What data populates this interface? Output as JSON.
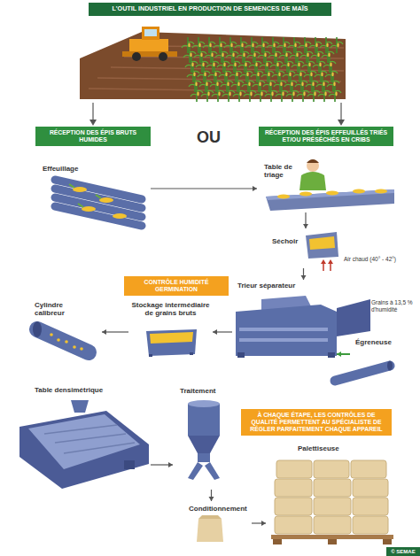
{
  "diagram": {
    "title": "L'OUTIL INDUSTRIEL EN PRODUCTION DE SEMENCES DE MAÏS",
    "nodes": [
      {
        "text": [
          "RÉCEPTION DES ÉPIS BRUTS HUMIDES"
        ]
      },
      {
        "text": [
          "RÉCEPTION DES ÉPIS EFFEUILLÉS TRIÉS ET/OU PRÉSÉCHÉS EN CRIBS"
        ]
      },
      {
        "text": [
          "Effeuillage"
        ]
      },
      {
        "text": [
          "Table de triage"
        ]
      },
      {
        "text": [
          "Séchoir"
        ]
      },
      {
        "text": [
          "CONTRÔLE HUMIDITÉ GERMINATION"
        ]
      },
      {
        "text": [
          "Trieur séparateur"
        ]
      },
      {
        "text": [
          "Égreneuse"
        ]
      },
      {
        "text": [
          "Stockage intermédiaire de grains bruts"
        ]
      },
      {
        "text": [
          "Cylindre calibreur"
        ]
      },
      {
        "text": [
          "Table densimétrique"
        ]
      },
      {
        "text": [
          "Traitement"
        ]
      },
      {
        "text": [
          "À CHAQUE ÉTAPE, LES CONTRÔLES DE QUALITÉ PERMETTENT AU SPÉCIALISTE DE RÉGLER PARFAITEMENT CHAQUE APPAREIL"
        ]
      },
      {
        "text": [
          "Conditionnement"
        ]
      },
      {
        "text": [
          "Palettiseuse"
        ]
      }
    ],
    "edges": [
      {
        "from": 2,
        "to": 3,
        "arrow": "to"
      },
      {
        "from": 3,
        "to": 4,
        "arrow": "to"
      },
      {
        "from": 4,
        "to": 6,
        "arrow": "to"
      },
      {
        "from": 6,
        "to": 8,
        "arrow": "to"
      },
      {
        "from": 8,
        "to": 9,
        "arrow": "to"
      },
      {
        "from": 7,
        "to": 6,
        "arrow": "to"
      },
      {
        "from": 10,
        "to": 11,
        "arrow": "to"
      },
      {
        "from": 11,
        "to": 13,
        "arrow": "to"
      },
      {
        "from": 13,
        "to": 14,
        "arrow": "to"
      }
    ],
    "labels": [
      "OU",
      "Air chaud (40° - 42°)",
      "Grains à 13,5 % d'humidité",
      "© SEMAE"
    ]
  }
}
